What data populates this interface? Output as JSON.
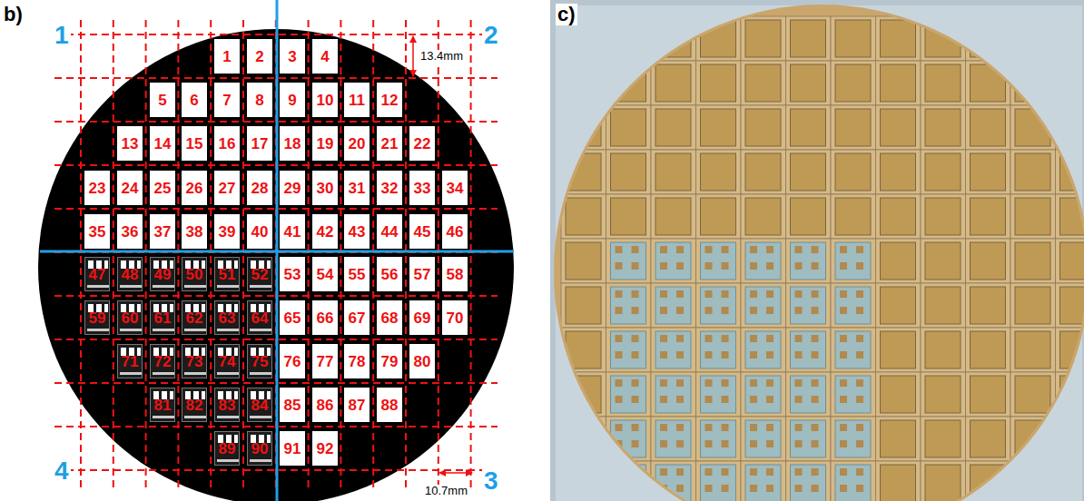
{
  "diagram": {
    "nodes": [
      {
        "text": [
          "1"
        ]
      },
      {
        "text": [
          "2"
        ]
      },
      {
        "text": [
          "3"
        ]
      },
      {
        "text": [
          "4"
        ]
      },
      {
        "text": [
          "5"
        ]
      },
      {
        "text": [
          "6"
        ]
      },
      {
        "text": [
          "7"
        ]
      },
      {
        "text": [
          "8"
        ]
      },
      {
        "text": [
          "9"
        ]
      },
      {
        "text": [
          "10"
        ]
      },
      {
        "text": [
          "11"
        ]
      },
      {
        "text": [
          "12"
        ]
      },
      {
        "text": [
          "13"
        ]
      },
      {
        "text": [
          "14"
        ]
      },
      {
        "text": [
          "15"
        ]
      },
      {
        "text": [
          "16"
        ]
      },
      {
        "text": [
          "17"
        ]
      },
      {
        "text": [
          "18"
        ]
      },
      {
        "text": [
          "19"
        ]
      },
      {
        "text": [
          "20"
        ]
      },
      {
        "text": [
          "21"
        ]
      },
      {
        "text": [
          "22"
        ]
      },
      {
        "text": [
          "23"
        ]
      },
      {
        "text": [
          "24"
        ]
      },
      {
        "text": [
          "25"
        ]
      },
      {
        "text": [
          "26"
        ]
      },
      {
        "text": [
          "27"
        ]
      },
      {
        "text": [
          "28"
        ]
      },
      {
        "text": [
          "29"
        ]
      },
      {
        "text": [
          "30"
        ]
      },
      {
        "text": [
          "31"
        ]
      },
      {
        "text": [
          "32"
        ]
      },
      {
        "text": [
          "33"
        ]
      },
      {
        "text": [
          "34"
        ]
      },
      {
        "text": [
          "35"
        ]
      },
      {
        "text": [
          "36"
        ]
      },
      {
        "text": [
          "37"
        ]
      },
      {
        "text": [
          "38"
        ]
      },
      {
        "text": [
          "39"
        ]
      },
      {
        "text": [
          "40"
        ]
      },
      {
        "text": [
          "41"
        ]
      },
      {
        "text": [
          "42"
        ]
      },
      {
        "text": [
          "43"
        ]
      },
      {
        "text": [
          "44"
        ]
      },
      {
        "text": [
          "45"
        ]
      },
      {
        "text": [
          "46"
        ]
      },
      {
        "text": [
          "47"
        ]
      },
      {
        "text": [
          "48"
        ]
      },
      {
        "text": [
          "49"
        ]
      },
      {
        "text": [
          "50"
        ]
      },
      {
        "text": [
          "51"
        ]
      },
      {
        "text": [
          "52"
        ]
      },
      {
        "text": [
          "53"
        ]
      },
      {
        "text": [
          "54"
        ]
      },
      {
        "text": [
          "55"
        ]
      },
      {
        "text": [
          "56"
        ]
      },
      {
        "text": [
          "57"
        ]
      },
      {
        "text": [
          "58"
        ]
      },
      {
        "text": [
          "59"
        ]
      },
      {
        "text": [
          "60"
        ]
      },
      {
        "text": [
          "61"
        ]
      },
      {
        "text": [
          "62"
        ]
      },
      {
        "text": [
          "63"
        ]
      },
      {
        "text": [
          "64"
        ]
      },
      {
        "text": [
          "65"
        ]
      },
      {
        "text": [
          "66"
        ]
      },
      {
        "text": [
          "67"
        ]
      },
      {
        "text": [
          "68"
        ]
      },
      {
        "text": [
          "69"
        ]
      },
      {
        "text": [
          "70"
        ]
      },
      {
        "text": [
          "71"
        ]
      },
      {
        "text": [
          "72"
        ]
      },
      {
        "text": [
          "73"
        ]
      },
      {
        "text": [
          "74"
        ]
      },
      {
        "text": [
          "75"
        ]
      },
      {
        "text": [
          "76"
        ]
      },
      {
        "text": [
          "77"
        ]
      },
      {
        "text": [
          "78"
        ]
      },
      {
        "text": [
          "79"
        ]
      },
      {
        "text": [
          "80"
        ]
      },
      {
        "text": [
          "81"
        ]
      },
      {
        "text": [
          "82"
        ]
      },
      {
        "text": [
          "83"
        ]
      },
      {
        "text": [
          "84"
        ]
      },
      {
        "text": [
          "85"
        ]
      },
      {
        "text": [
          "86"
        ]
      },
      {
        "text": [
          "87"
        ]
      },
      {
        "text": [
          "88"
        ]
      },
      {
        "text": [
          "89"
        ]
      },
      {
        "text": [
          "90"
        ]
      },
      {
        "text": [
          "91"
        ]
      },
      {
        "text": [
          "92"
        ]
      }
    ],
    "labels": [
      "b)",
      "1",
      "c)",
      "2",
      "13.4mm",
      "10.7mm",
      "4",
      "3"
    ]
  }
}
